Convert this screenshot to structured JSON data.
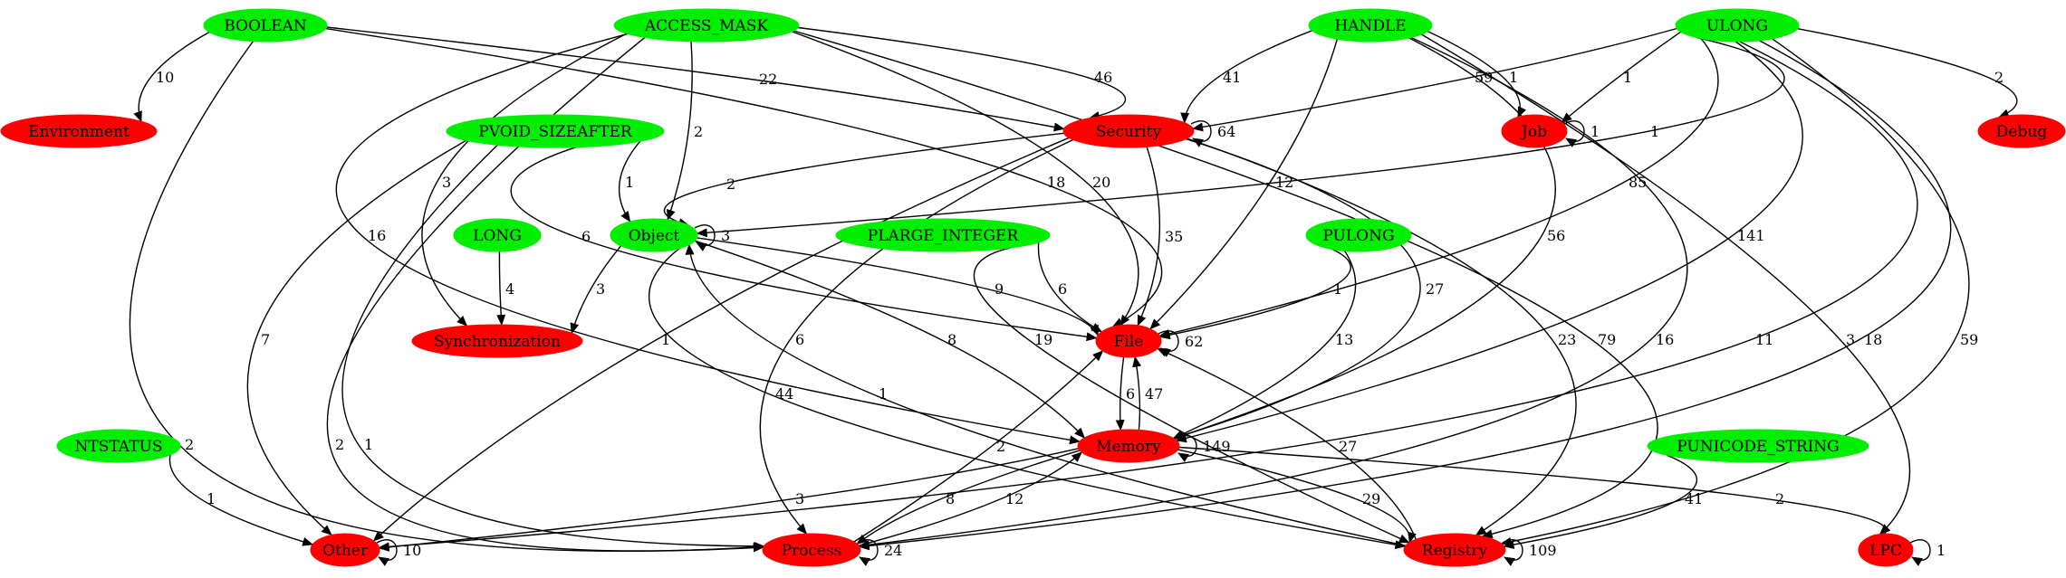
{
  "colors": {
    "type_node": "#00ee00",
    "category_node": "#ff0000",
    "edge": "#000000",
    "background": "#ffffff"
  },
  "nodes": [
    {
      "id": "BOOLEAN",
      "label": "BOOLEAN",
      "kind": "type"
    },
    {
      "id": "ACCESS_MASK",
      "label": "ACCESS_MASK",
      "kind": "type"
    },
    {
      "id": "HANDLE",
      "label": "HANDLE",
      "kind": "type"
    },
    {
      "id": "ULONG",
      "label": "ULONG",
      "kind": "type"
    },
    {
      "id": "PVOID_SIZEAFTER",
      "label": "PVOID_SIZEAFTER",
      "kind": "type"
    },
    {
      "id": "LONG",
      "label": "LONG",
      "kind": "type"
    },
    {
      "id": "PLARGE_INTEGER",
      "label": "PLARGE_INTEGER",
      "kind": "type"
    },
    {
      "id": "PULONG",
      "label": "PULONG",
      "kind": "type"
    },
    {
      "id": "NTSTATUS",
      "label": "NTSTATUS",
      "kind": "type"
    },
    {
      "id": "PUNICODE_STRING",
      "label": "PUNICODE_STRING",
      "kind": "type"
    },
    {
      "id": "Object",
      "label": "Object",
      "kind": "type"
    },
    {
      "id": "Environment",
      "label": "Environment",
      "kind": "category"
    },
    {
      "id": "Security",
      "label": "Security",
      "kind": "category"
    },
    {
      "id": "Job",
      "label": "Job",
      "kind": "category"
    },
    {
      "id": "Debug",
      "label": "Debug",
      "kind": "category"
    },
    {
      "id": "Synchronization",
      "label": "Synchronization",
      "kind": "category"
    },
    {
      "id": "File",
      "label": "File",
      "kind": "category"
    },
    {
      "id": "Memory",
      "label": "Memory",
      "kind": "category"
    },
    {
      "id": "Other",
      "label": "Other",
      "kind": "category"
    },
    {
      "id": "Process",
      "label": "Process",
      "kind": "category"
    },
    {
      "id": "Registry",
      "label": "Registry",
      "kind": "category"
    },
    {
      "id": "LPC",
      "label": "LPC",
      "kind": "category"
    }
  ],
  "edges": [
    {
      "from": "BOOLEAN",
      "to": "Environment",
      "label": "10"
    },
    {
      "from": "BOOLEAN",
      "to": "Security",
      "label": "22"
    },
    {
      "from": "BOOLEAN",
      "to": "File",
      "label": "18"
    },
    {
      "from": "BOOLEAN",
      "to": "Process",
      "label": "2"
    },
    {
      "from": "ACCESS_MASK",
      "to": "Security",
      "label": "46"
    },
    {
      "from": "ACCESS_MASK",
      "to": "Object",
      "label": "2"
    },
    {
      "from": "ACCESS_MASK",
      "to": "File",
      "label": "20"
    },
    {
      "from": "ACCESS_MASK",
      "to": "Synchronization",
      "label": "3"
    },
    {
      "from": "ACCESS_MASK",
      "to": "Memory",
      "label": "16"
    },
    {
      "from": "ACCESS_MASK",
      "to": "Process",
      "label": "2"
    },
    {
      "from": "ACCESS_MASK",
      "to": "Registry",
      "label": "79"
    },
    {
      "from": "HANDLE",
      "to": "Security",
      "label": "41"
    },
    {
      "from": "HANDLE",
      "to": "Job",
      "label": "1"
    },
    {
      "from": "HANDLE",
      "to": "File",
      "label": "12"
    },
    {
      "from": "HANDLE",
      "to": "Memory",
      "label": "56"
    },
    {
      "from": "HANDLE",
      "to": "Process",
      "label": "16"
    },
    {
      "from": "HANDLE",
      "to": "LPC",
      "label": "3"
    },
    {
      "from": "ULONG",
      "to": "Security",
      "label": "59"
    },
    {
      "from": "ULONG",
      "to": "Job",
      "label": "1"
    },
    {
      "from": "ULONG",
      "to": "Debug",
      "label": "2"
    },
    {
      "from": "ULONG",
      "to": "Object",
      "label": "1"
    },
    {
      "from": "ULONG",
      "to": "File",
      "label": "85"
    },
    {
      "from": "ULONG",
      "to": "Memory",
      "label": "141"
    },
    {
      "from": "ULONG",
      "to": "Other",
      "label": "11"
    },
    {
      "from": "ULONG",
      "to": "Process",
      "label": "18"
    },
    {
      "from": "ULONG",
      "to": "Registry",
      "label": "59"
    },
    {
      "from": "PVOID_SIZEAFTER",
      "to": "Object",
      "label": "1"
    },
    {
      "from": "PVOID_SIZEAFTER",
      "to": "Other",
      "label": "7"
    },
    {
      "from": "PVOID_SIZEAFTER",
      "to": "Process",
      "label": "1"
    },
    {
      "from": "PVOID_SIZEAFTER",
      "to": "File",
      "label": "6"
    },
    {
      "from": "LONG",
      "to": "Synchronization",
      "label": "4"
    },
    {
      "from": "PLARGE_INTEGER",
      "to": "File",
      "label": "6"
    },
    {
      "from": "PLARGE_INTEGER",
      "to": "Registry",
      "label": "19"
    },
    {
      "from": "PULONG",
      "to": "File",
      "label": "1"
    },
    {
      "from": "PULONG",
      "to": "Memory",
      "label": "13"
    },
    {
      "from": "NTSTATUS",
      "to": "Other",
      "label": "1"
    },
    {
      "from": "PUNICODE_STRING",
      "to": "Registry",
      "label": "41"
    },
    {
      "from": "Object",
      "to": "Synchronization",
      "label": "3"
    },
    {
      "from": "Object",
      "to": "File",
      "label": "9"
    },
    {
      "from": "Object",
      "to": "Memory",
      "label": "8"
    },
    {
      "from": "Object",
      "to": "Registry",
      "label": "44"
    },
    {
      "from": "Security",
      "to": "Object",
      "label": "2"
    },
    {
      "from": "Security",
      "to": "File",
      "label": "35"
    },
    {
      "from": "Security",
      "to": "Memory",
      "label": "27"
    },
    {
      "from": "Security",
      "to": "Registry",
      "label": "23"
    },
    {
      "from": "Security",
      "to": "Process",
      "label": "6"
    },
    {
      "from": "Security",
      "to": "Other",
      "label": "1"
    },
    {
      "from": "File",
      "to": "Memory",
      "label": "6"
    },
    {
      "from": "Memory",
      "to": "File",
      "label": "47"
    },
    {
      "from": "Memory",
      "to": "Other",
      "label": "3"
    },
    {
      "from": "Memory",
      "to": "Process",
      "label": "8"
    },
    {
      "from": "Memory",
      "to": "Registry",
      "label": "29"
    },
    {
      "from": "Memory",
      "to": "LPC",
      "label": "2"
    },
    {
      "from": "Process",
      "to": "File",
      "label": "2"
    },
    {
      "from": "Process",
      "to": "Memory",
      "label": "12"
    },
    {
      "from": "Registry",
      "to": "File",
      "label": "27"
    },
    {
      "from": "Registry",
      "to": "Object",
      "label": "1"
    },
    {
      "from": "Security",
      "to": "Security",
      "label": "64"
    },
    {
      "from": "Job",
      "to": "Job",
      "label": "1"
    },
    {
      "from": "Object",
      "to": "Object",
      "label": "3"
    },
    {
      "from": "File",
      "to": "File",
      "label": "62"
    },
    {
      "from": "Memory",
      "to": "Memory",
      "label": "149"
    },
    {
      "from": "Other",
      "to": "Other",
      "label": "10"
    },
    {
      "from": "Process",
      "to": "Process",
      "label": "24"
    },
    {
      "from": "Registry",
      "to": "Registry",
      "label": "109"
    },
    {
      "from": "LPC",
      "to": "LPC",
      "label": "1"
    }
  ]
}
